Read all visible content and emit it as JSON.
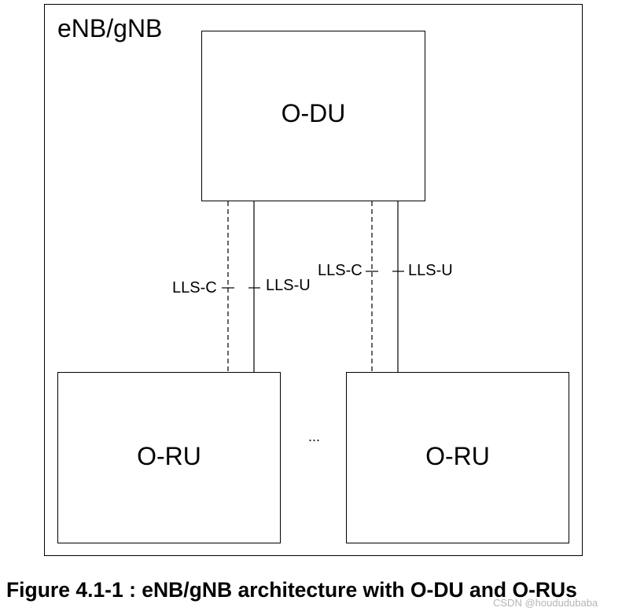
{
  "diagram": {
    "container_label": "eNB/gNB",
    "odu_label": "O-DU",
    "oru_left_label": "O-RU",
    "oru_right_label": "O-RU",
    "ellipsis": "...",
    "links": [
      {
        "control_label": "LLS-C",
        "user_label": "LLS-U"
      },
      {
        "control_label": "LLS-C",
        "user_label": "LLS-U"
      }
    ]
  },
  "caption": "Figure 4.1-1 : eNB/gNB architecture with O-DU and O-RUs",
  "watermark": "CSDN @hoududubaba"
}
